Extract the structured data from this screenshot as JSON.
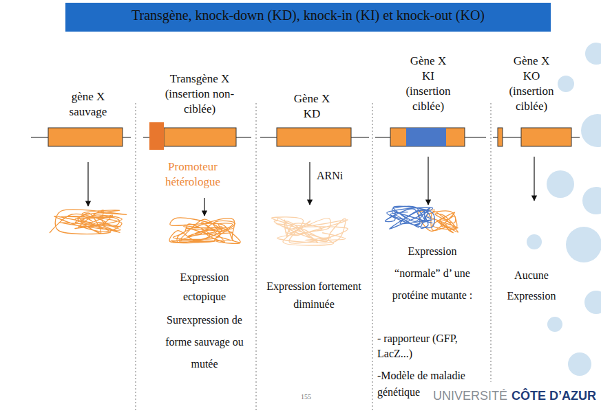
{
  "diagram": {
    "title": "Transgène, knock-down (KD), knock-in (KI) et knock-out (KO)",
    "labels": [
      "gène X sauvage",
      "Transgène X (insertion non-ciblée)",
      "Gène X KD",
      "Gène X KI (insertion ciblée)",
      "Gène X KO (insertion ciblée)",
      "Promoteur hétérologue",
      "ARNi",
      "Expression ectopique",
      "Surexpression de forme sauvage ou mutée",
      "Expression fortement diminuée",
      "Expression “normale” d’ une protéine mutante :",
      "- rapporteur (GFP, LacZ...)",
      "-Modèle de maladie génétique",
      "Aucune Expression",
      "155",
      "UNIVERSITÉ",
      "CÔTE D’AZUR"
    ]
  }
}
